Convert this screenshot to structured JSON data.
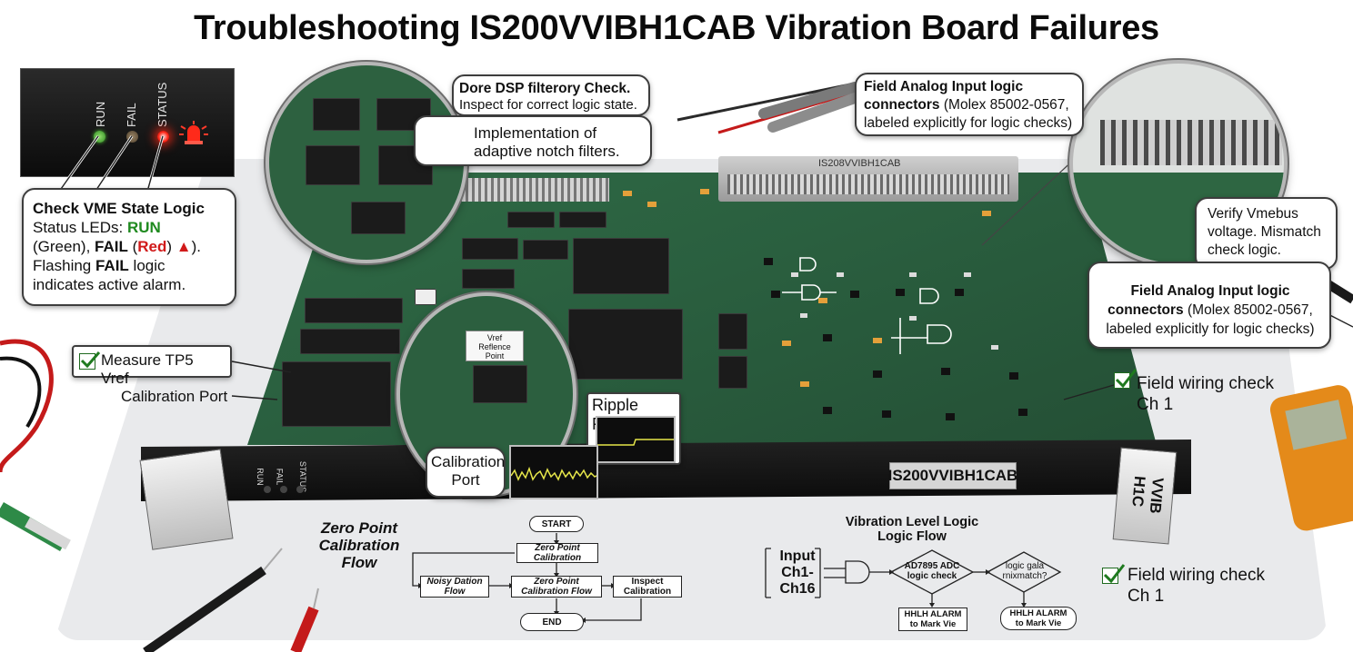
{
  "title": "Troubleshooting IS200VVIBH1CAB Vibration Board Failures",
  "led_panel": {
    "labels": [
      "RUN",
      "FAIL",
      "STATUS"
    ],
    "colors": {
      "run": "#2e8b22",
      "fail": "#5a4a36",
      "status": "#ff2a1a"
    }
  },
  "vme_callout": {
    "heading": "Check VME State Logic",
    "line1_prefix": "Status LEDs: ",
    "run": "RUN",
    "line2_a": "(Green), ",
    "fail": "FAIL",
    "line2_b": " (",
    "red": "Red",
    "line2_c": ")",
    "line2_d": ").",
    "line3_prefix": "Flashing ",
    "fail2": "FAIL",
    "line3_suffix": " logic",
    "line4": "indicates active alarm."
  },
  "dsp_callout": {
    "heading": "Dore DSP filterory Check.",
    "body": "Inspect for correct logic state."
  },
  "impl_callout": {
    "line1": "Implementation of",
    "line2": "adaptive notch filters."
  },
  "fai_callout_top": {
    "heading1": "Field Analog Input logic",
    "heading2": "connectors",
    "body1": " (Molex 85002-0567,",
    "body2": "labeled explicitly for logic checks)"
  },
  "verify_callout": {
    "line1": "Verify Vmebus",
    "line2": "voltage. Mismatch",
    "line3": "check logic."
  },
  "fai_callout_right": {
    "heading1": "Field Analog Input logic",
    "heading2": "connectors",
    "body1": " (Molex 85002-0567,",
    "body2": "labeled explicitly for logic checks)"
  },
  "tp5_callout": "Measure TP5 Vref",
  "calibration_port_label": "Calibration Port",
  "vref_chip_label": [
    "Vref",
    "Reflence",
    "Point"
  ],
  "ripple_fault": "Ripple Fault",
  "calibration_port_lens": [
    "Calibration",
    "Port"
  ],
  "connector_label": "IS208VVIBH1CAB",
  "panel": {
    "model": "IS200VVIBH1CAB",
    "handle_right": "VVIB H1C",
    "led_labels": [
      "RUN",
      "FAIL",
      "STATUS"
    ]
  },
  "field_wiring_right": [
    "Field wiring check",
    "Ch 1"
  ],
  "field_wiring_bottom": [
    "Field wiring check",
    "Ch 1"
  ],
  "zero_flow": {
    "title": [
      "Zero Point",
      "Calibration",
      "Flow"
    ],
    "start": "START",
    "zero_top": [
      "Zero Point",
      "Calibration"
    ],
    "noisy": [
      "Noisy Dation",
      "Flow"
    ],
    "zero_mid": [
      "Zero Point",
      "Calibration Flow"
    ],
    "inspect": [
      "Inspect",
      "Calibration"
    ],
    "end": "END"
  },
  "vib_flow": {
    "title": [
      "Vibration Level Logic",
      "Logic Flow"
    ],
    "input": [
      "Input",
      "Ch1-",
      "Ch16"
    ],
    "adc": [
      "AD7895 ADC",
      "logic check"
    ],
    "logic_gate": [
      "logic gala",
      "rnixmatch?"
    ],
    "alarm1": [
      "HHLH ALARM",
      "to Mark Vie"
    ],
    "alarm2": [
      "HHLH ALARM",
      "to Mark Vie"
    ]
  }
}
